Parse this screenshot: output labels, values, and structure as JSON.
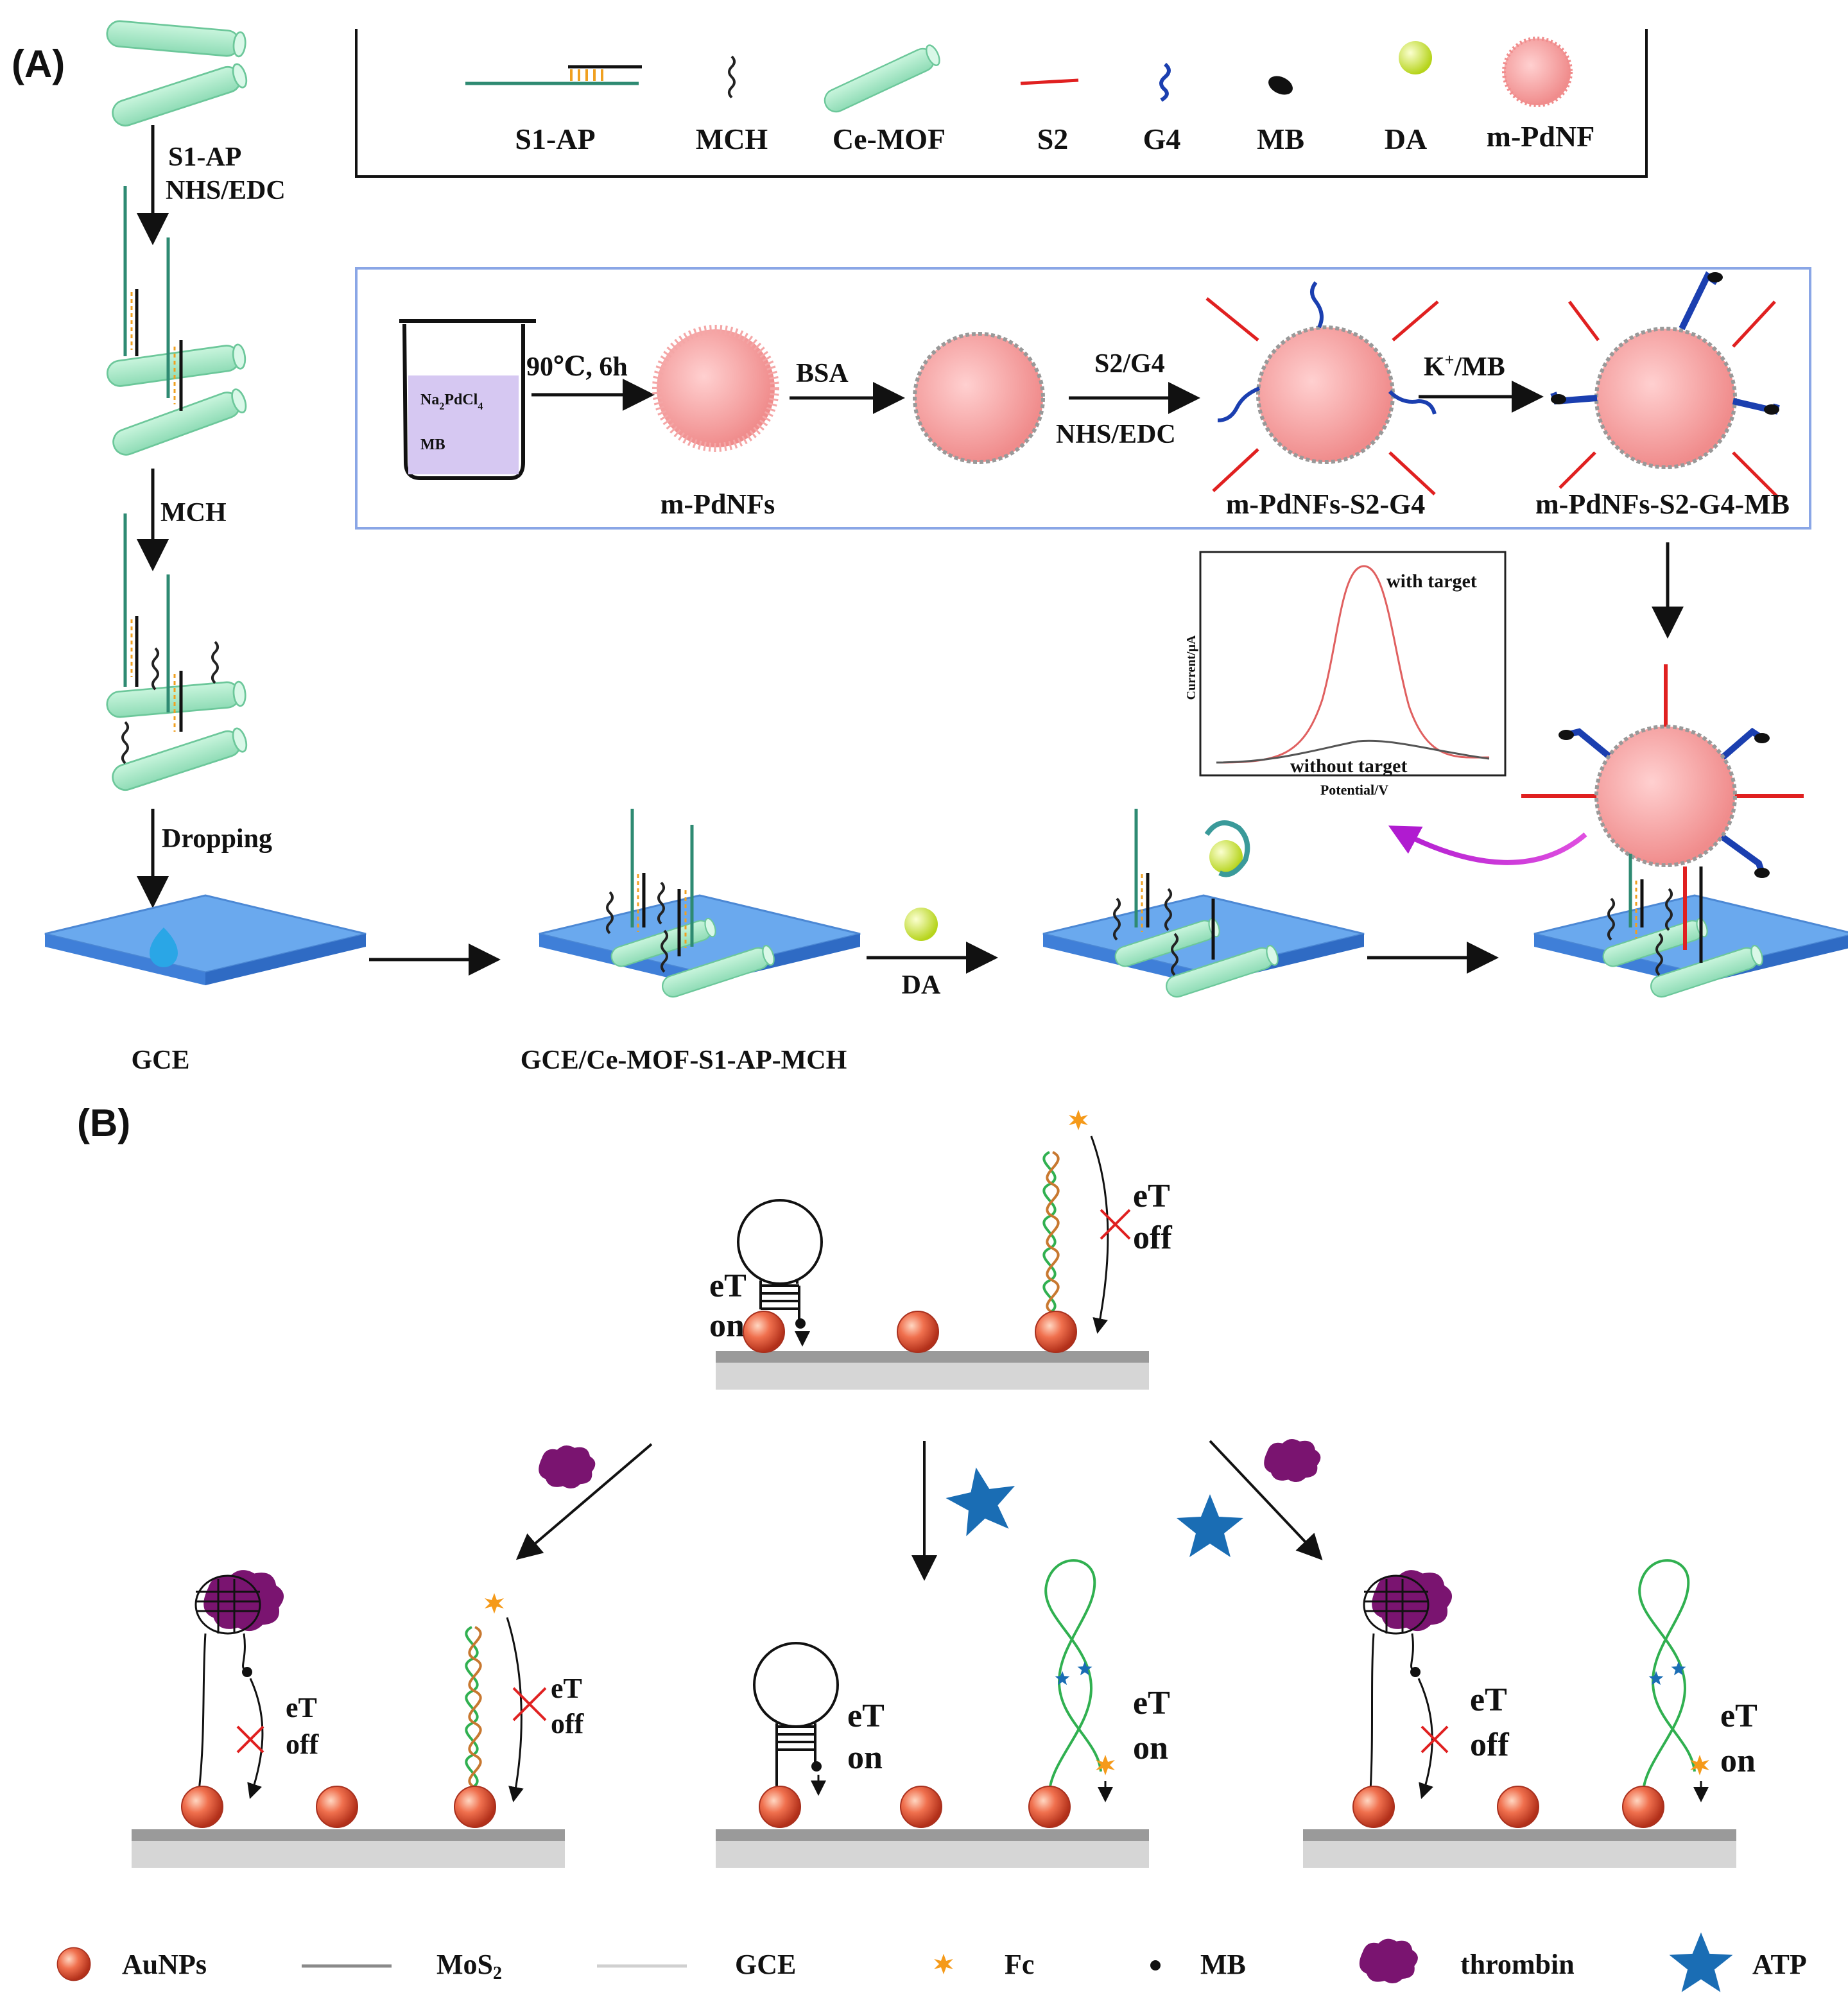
{
  "panel_a": {
    "label": "(A)",
    "legend": [
      "S1-AP",
      "MCH",
      "Ce-MOF",
      "S2",
      "G4",
      "MB",
      "DA",
      "m-PdNF"
    ],
    "steps": {
      "s1": "S1-AP",
      "s2": "NHS/EDC",
      "mch": "MCH",
      "drop": "Dropping"
    },
    "synthesis": {
      "beaker_line1": "Na",
      "beaker_sub1": "2",
      "beaker_line1b": "PdCl",
      "beaker_sub2": "4",
      "beaker_line2": "MB",
      "cond": "90℃, 6h",
      "bsa": "BSA",
      "s2g4": "S2/G4",
      "nhs": "NHS/EDC",
      "kmb_k": "K",
      "kmb_sup": "+",
      "kmb_rest": "/MB",
      "name1": "m-PdNFs",
      "name2": "m-PdNFs-S2-G4",
      "name3": "m-PdNFs-S2-G4-MB"
    },
    "inset": {
      "ylabel": "Current/μA",
      "xlabel": "Potential/V",
      "with": "with target",
      "without": "without target"
    },
    "electrodes": {
      "gce": "GCE",
      "modified": "GCE/Ce-MOF-S1-AP-MCH",
      "da": "DA"
    }
  },
  "panel_b": {
    "label": "(B)",
    "et": "eT",
    "on": "on",
    "off": "off",
    "legend": [
      "AuNPs",
      "MoS",
      "GCE",
      "Fc",
      "MB",
      "thrombin",
      "ATP"
    ],
    "legend_sub": "2"
  },
  "colors": {
    "mof": "#9ee8c4",
    "pd": "#f4a0a0",
    "surface": "#6aa9ee",
    "aunp": "#e8523a",
    "thrombin": "#7a1470",
    "atp": "#1a6db4",
    "fc": "#f59a1a",
    "s2": "#e02020",
    "g4": "#1b3fb0"
  }
}
